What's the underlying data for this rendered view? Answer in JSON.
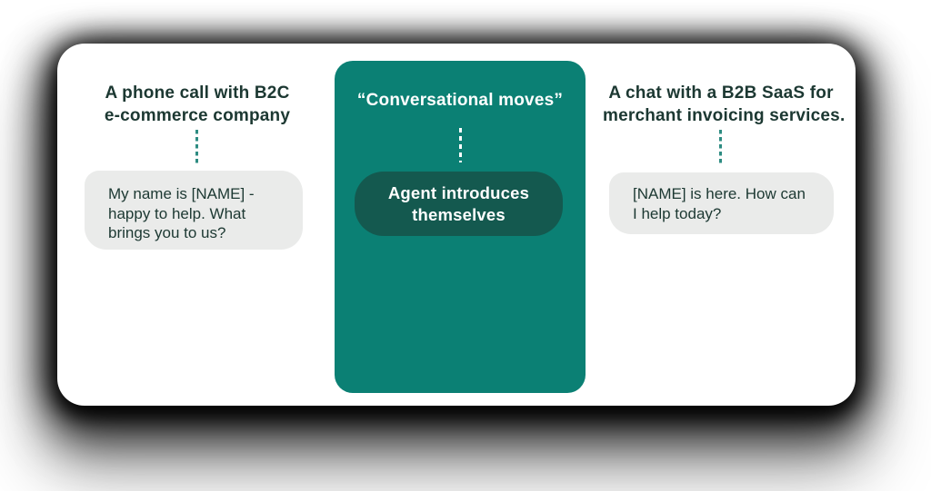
{
  "colors": {
    "card_background": "#FFFFFF",
    "panel_teal": "#0B8074",
    "pill_dark_teal": "#14594F",
    "bubble_gray": "#EAEBEA",
    "heading_text": "#1C3832",
    "panel_text": "#FFFFFF",
    "connector_teal": "#2E8C82"
  },
  "columns": [
    {
      "heading_lines": [
        "A phone call with B2C",
        "e-commerce company"
      ],
      "bubble_lines": [
        "My name is [NAME] -",
        "happy to help. What",
        "brings you to us?"
      ]
    },
    {
      "heading": "“Conversational moves”",
      "pill_lines": [
        "Agent introduces",
        "themselves"
      ]
    },
    {
      "heading_lines": [
        "A chat with a B2B SaaS for",
        "merchant invoicing services."
      ],
      "bubble_lines": [
        "[NAME] is here. How can",
        "I help today?"
      ]
    }
  ]
}
